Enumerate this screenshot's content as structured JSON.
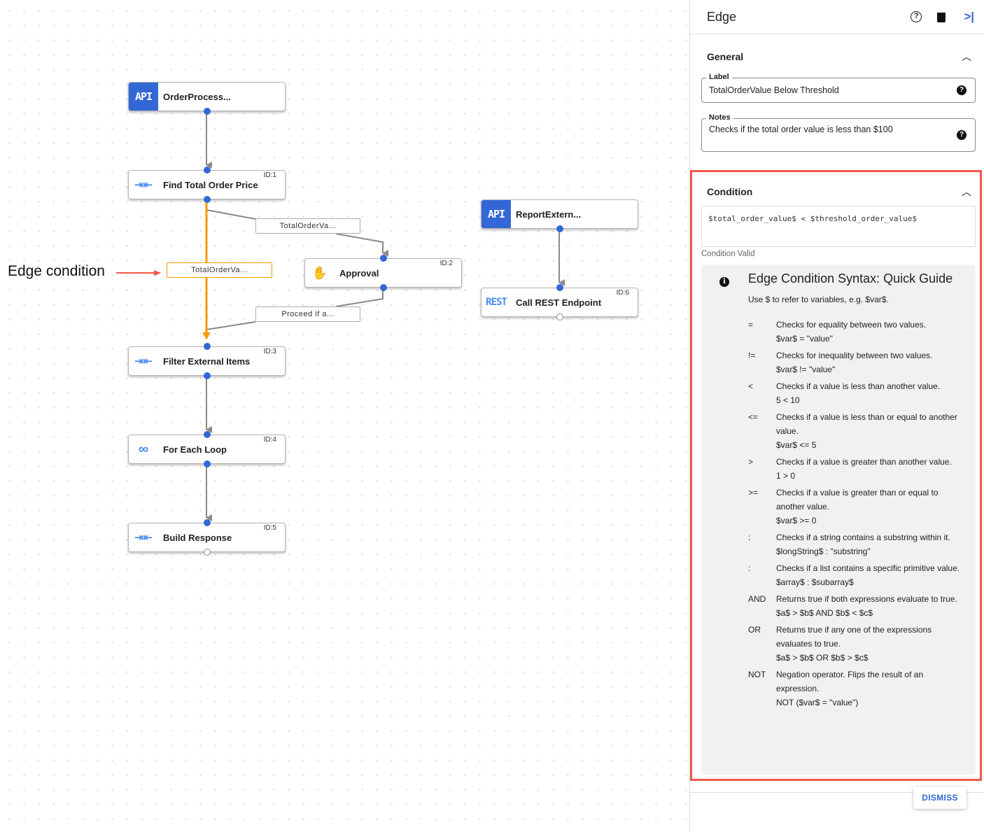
{
  "canvas": {
    "annotation": "Edge condition",
    "nodes": [
      {
        "type": "API",
        "icon": "api-icon",
        "label": "OrderProcess...",
        "id": ""
      },
      {
        "type": "transform",
        "icon": "merge-arrows-icon",
        "label": "Find Total Order Price",
        "id": "ID:1"
      },
      {
        "type": "approval",
        "icon": "hand-icon",
        "label": "Approval",
        "id": "ID:2"
      },
      {
        "type": "transform",
        "icon": "merge-arrows-icon",
        "label": "Filter External Items",
        "id": "ID:3"
      },
      {
        "type": "loop",
        "icon": "loop-icon",
        "label": "For Each Loop",
        "id": "ID:4"
      },
      {
        "type": "transform",
        "icon": "merge-arrows-icon",
        "label": "Build Response",
        "id": "ID:5"
      },
      {
        "type": "API",
        "icon": "api-icon",
        "label": "ReportExtern...",
        "id": ""
      },
      {
        "type": "REST",
        "icon": "rest-icon",
        "label": "Call REST Endpoint",
        "id": "ID:6"
      }
    ],
    "icon_text": {
      "api": "API",
      "rest": "REST"
    },
    "edge_labels": [
      {
        "label": "TotalOrderVa...",
        "selected": false
      },
      {
        "label": "TotalOrderVa...",
        "selected": true
      },
      {
        "label": "Proceed if a...",
        "selected": false
      }
    ],
    "colors": {
      "selected_edge": "#f29900",
      "port": "#3367d6",
      "annotation_arrow": "#f0584a"
    }
  },
  "panel": {
    "title": "Edge",
    "general": {
      "title": "General",
      "label_label": "Label",
      "label_value": "TotalOrderValue Below Threshold",
      "notes_label": "Notes",
      "notes_value": "Checks if the total order value is less than $100"
    },
    "condition": {
      "title": "Condition",
      "value": "$total_order_value$ < $threshold_order_value$",
      "status": "Condition Valid"
    },
    "guide": {
      "title": "Edge Condition Syntax: Quick Guide",
      "subtitle": "Use $ to refer to variables, e.g. $var$.",
      "rows": [
        {
          "op": "=",
          "desc": "Checks for equality between two values.",
          "example": "$var$ = \"value\""
        },
        {
          "op": "!=",
          "desc": "Checks for inequality between two values.",
          "example": "$var$ != \"value\""
        },
        {
          "op": "<",
          "desc": "Checks if a value is less than another value.",
          "example": "5 < 10"
        },
        {
          "op": "<=",
          "desc": "Checks if a value is less than or equal to another value.",
          "example": "$var$ <= 5"
        },
        {
          "op": ">",
          "desc": "Checks if a value is greater than another value.",
          "example": "1 > 0"
        },
        {
          "op": ">=",
          "desc": "Checks if a value is greater than or equal to another value.",
          "example": "$var$ >= 0"
        },
        {
          "op": ":",
          "desc": "Checks if a string contains a substring within it.",
          "example": "$longString$ : \"substring\""
        },
        {
          "op": ":",
          "desc": "Checks if a list contains a specific primitive value.",
          "example": "$array$ : $subarray$"
        },
        {
          "op": "AND",
          "desc": "Returns true if both expressions evaluate to true.",
          "example": "$a$ > $b$ AND $b$ < $c$"
        },
        {
          "op": "OR",
          "desc": "Returns true if any one of the expressions evaluates to true.",
          "example": "$a$ > $b$ OR $b$ > $c$"
        },
        {
          "op": "NOT",
          "desc": "Negation operator. Flips the result of an expression.",
          "example": "NOT ($var$ = \"value\")"
        }
      ]
    },
    "dismiss": "DISMISS"
  }
}
